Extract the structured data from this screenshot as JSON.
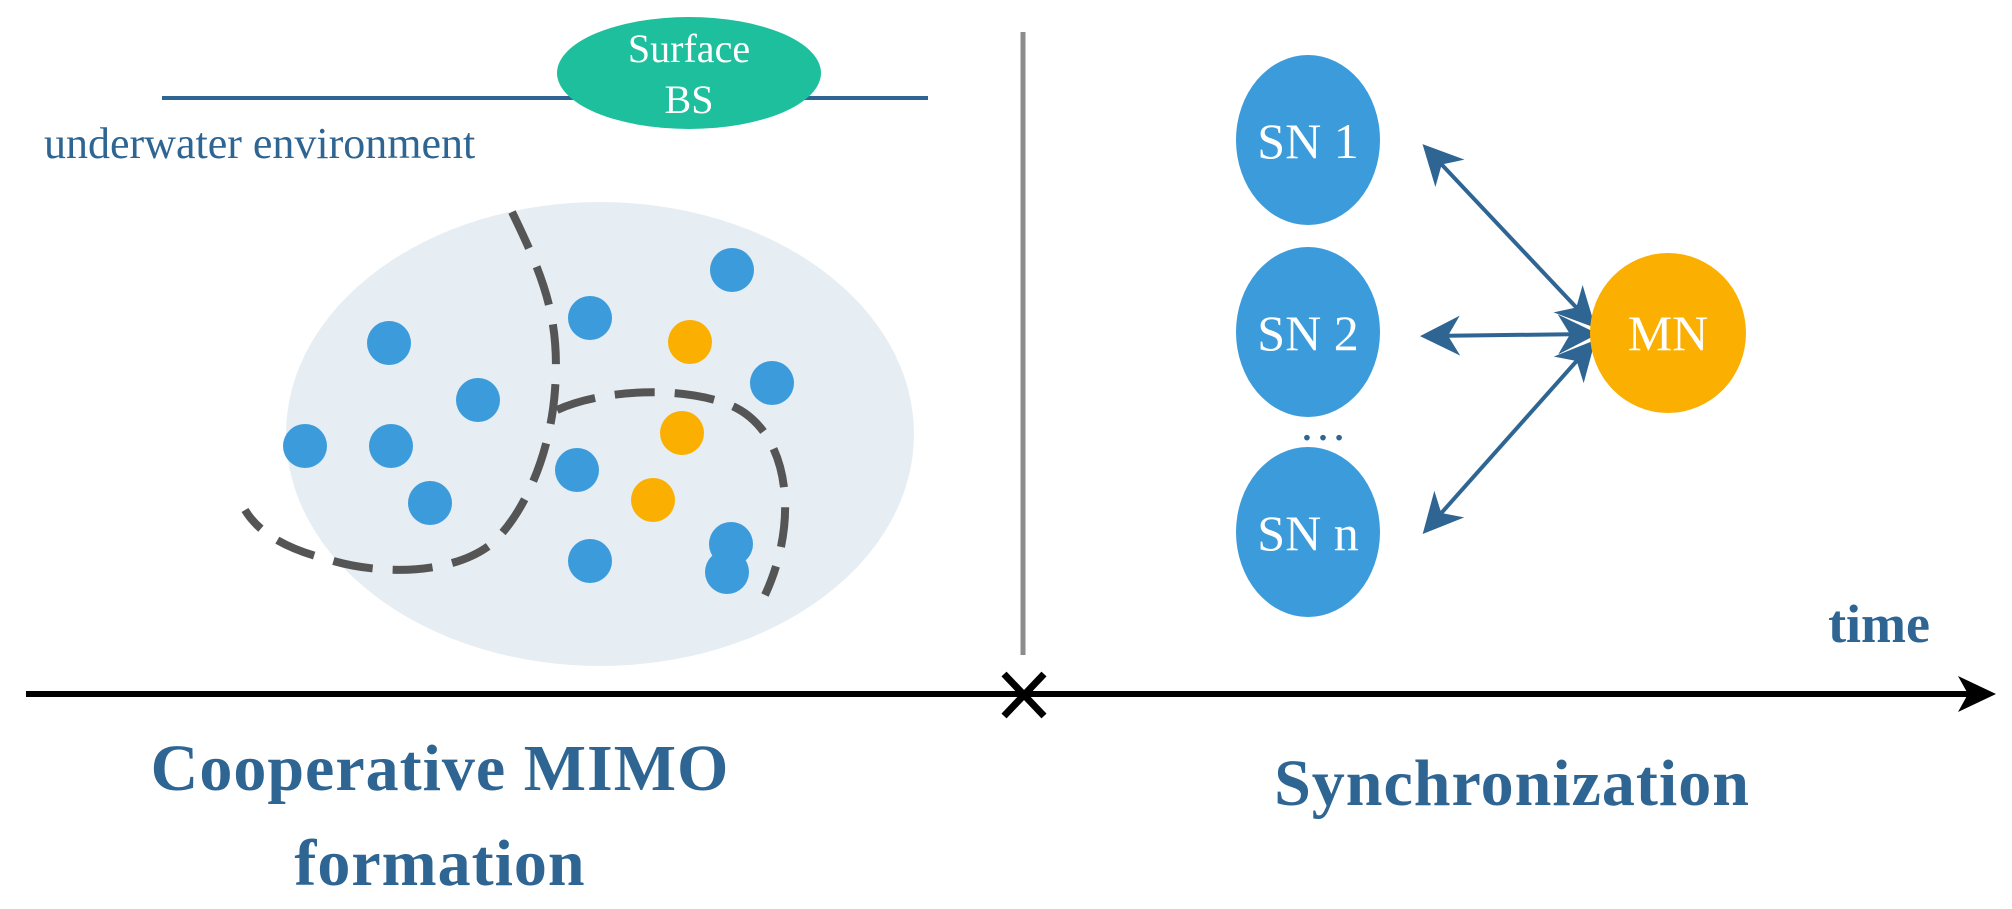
{
  "colors": {
    "primary_blue": "#2e6593",
    "node_blue": "#3b9bdb",
    "node_orange": "#fbaf00",
    "surface_green": "#1dbf9c",
    "cloud_gray": "#e6eef3",
    "dash_gray": "#555555",
    "divider_gray": "#8c8c8c",
    "axis_black": "#000000"
  },
  "left_panel": {
    "surface_bs_line1": "Surface",
    "surface_bs_line2": "BS",
    "environment_label": "underwater environment",
    "phase_title_line1": "Cooperative MIMO",
    "phase_title_line2": "formation",
    "nodes": [
      {
        "role": "sensor"
      },
      {
        "role": "sensor"
      },
      {
        "role": "sensor"
      },
      {
        "role": "master"
      },
      {
        "role": "sensor"
      },
      {
        "role": "sensor"
      },
      {
        "role": "sensor"
      },
      {
        "role": "sensor"
      },
      {
        "role": "master"
      },
      {
        "role": "sensor"
      },
      {
        "role": "sensor"
      },
      {
        "role": "master"
      },
      {
        "role": "sensor"
      },
      {
        "role": "sensor"
      },
      {
        "role": "sensor"
      }
    ]
  },
  "right_panel": {
    "sensor_nodes": [
      "SN 1",
      "SN 2",
      "SN n"
    ],
    "ellipsis": "…",
    "master_node": "MN",
    "phase_title": "Synchronization"
  },
  "timeline": {
    "label": "time",
    "marker_icon": "cross-icon"
  }
}
